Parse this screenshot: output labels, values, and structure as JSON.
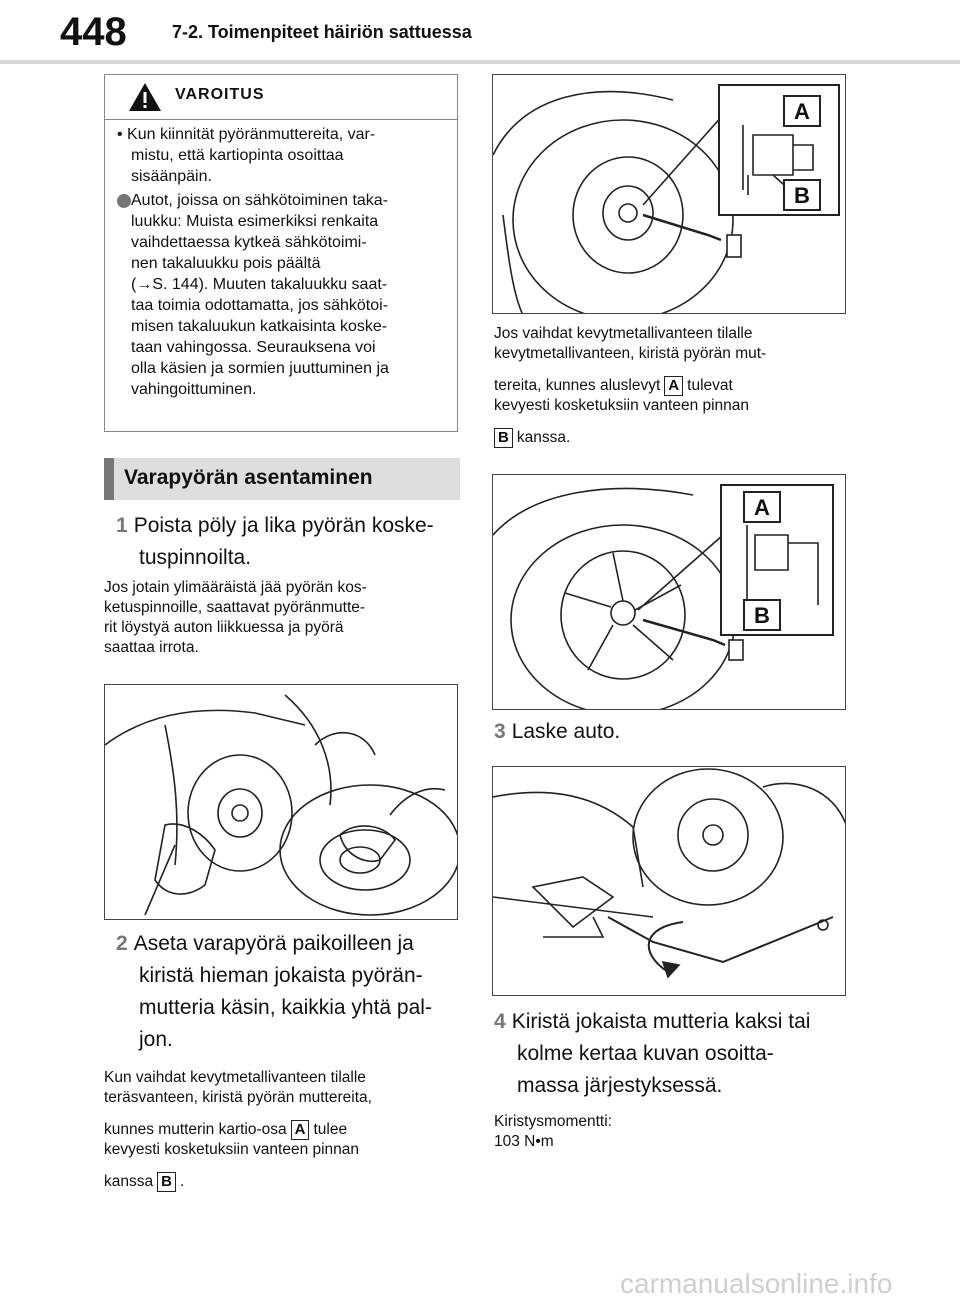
{
  "header": {
    "page_number": "448",
    "section": "7-2. Toimenpiteet häiriön sattuessa"
  },
  "warning": {
    "title": "VAROITUS",
    "bullet": "• Kun kiinnität pyöränmuttereita, var-|mistu, että kartiopinta osoittaa|sisäänpäin.",
    "item": "Autot, joissa on sähkötoiminen taka-|luukku: Muista esimerkiksi renkaita|vaihdettaessa kytkeä sähkötoimi-|nen takaluukku pois päältä|(→S. 144). Muuten takaluukku saat-|taa toimia odottamatta, jos sähkötoi-|misen takaluukun katkaisinta koske-|taan vahingossa. Seurauksena voi|olla käsien ja sormien juuttuminen ja|vahingoittuminen."
  },
  "section_title": "Varapyörän asentaminen",
  "step1": {
    "num": "1",
    "line1": "Poista pöly ja lika pyörän koske-",
    "line2": "tuspinnoilta."
  },
  "step1_note": [
    "Jos jotain ylimääräistä jää pyörän kos-",
    "ketuspinnoille, saattavat pyöränmutte-",
    "rit löystyä auton liikkuessa ja pyörä",
    "saattaa irrota."
  ],
  "step2": {
    "num": "2",
    "lines": [
      "Aseta varapyörä paikoilleen ja",
      "kiristä hieman jokaista pyörän-",
      "mutteria käsin, kaikkia yhtä pal-",
      "jon."
    ]
  },
  "step2_note": {
    "l1": "Kun vaihdat kevytmetallivanteen tilalle",
    "l2": "teräsvanteen, kiristä pyörän muttereita,",
    "l3a": "kunnes mutterin kartio-osa",
    "l3b": "tulee",
    "l4": "kevyesti kosketuksiin vanteen pinnan",
    "l5a": "kanssa",
    "l5b": "."
  },
  "right_note": {
    "l1": "Jos vaihdat kevytmetallivanteen tilalle",
    "l2": "kevytmetallivanteen, kiristä pyörän mut-",
    "l3a": "tereita, kunnes aluslevyt",
    "l3b": "tulevat",
    "l4": "kevyesti kosketuksiin vanteen pinnan",
    "l5": "kanssa."
  },
  "labels": {
    "a": "A",
    "b": "B"
  },
  "step3": {
    "num": "3",
    "text": "Laske auto."
  },
  "step4": {
    "num": "4",
    "lines": [
      "Kiristä jokaista mutteria kaksi tai",
      "kolme kertaa kuvan osoitta-",
      "massa järjestyksessä."
    ]
  },
  "torque": {
    "label": "Kiristysmomentti:",
    "value": "103 N•m"
  },
  "watermark": "carmanualsonline.info"
}
